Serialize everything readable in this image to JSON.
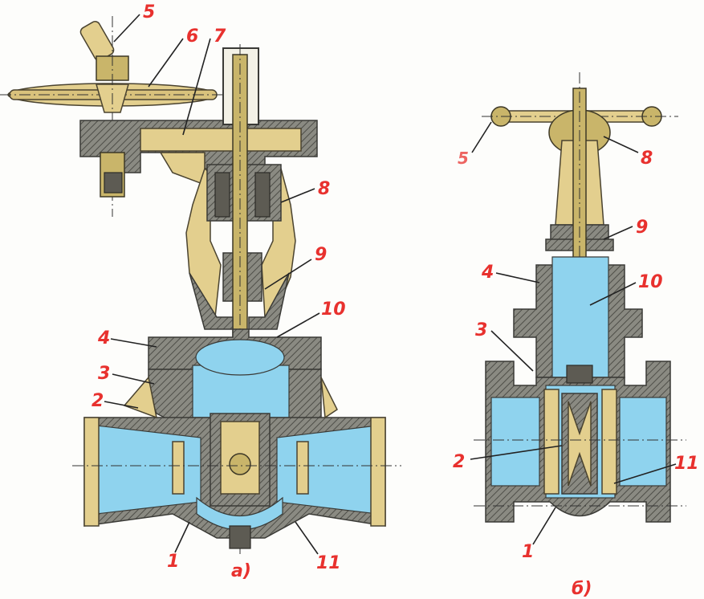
{
  "figure_a": {
    "caption": "а)",
    "labels": {
      "l5": "5",
      "l6": "6",
      "l7": "7",
      "l8": "8",
      "l9": "9",
      "l10": "10",
      "l4": "4",
      "l3": "3",
      "l2": "2",
      "l1": "1",
      "l11": "11"
    }
  },
  "figure_b": {
    "caption": "б)",
    "labels": {
      "l5": "5",
      "l8": "8",
      "l9": "9",
      "l4": "4",
      "l10": "10",
      "l3": "3",
      "l2": "2",
      "l11": "11",
      "l1": "1"
    }
  },
  "colors": {
    "label_red": "#e8312e",
    "water_blue": "#8fd3ee",
    "brass": "#e3cf8e",
    "iron_gray": "#8c8c84"
  }
}
